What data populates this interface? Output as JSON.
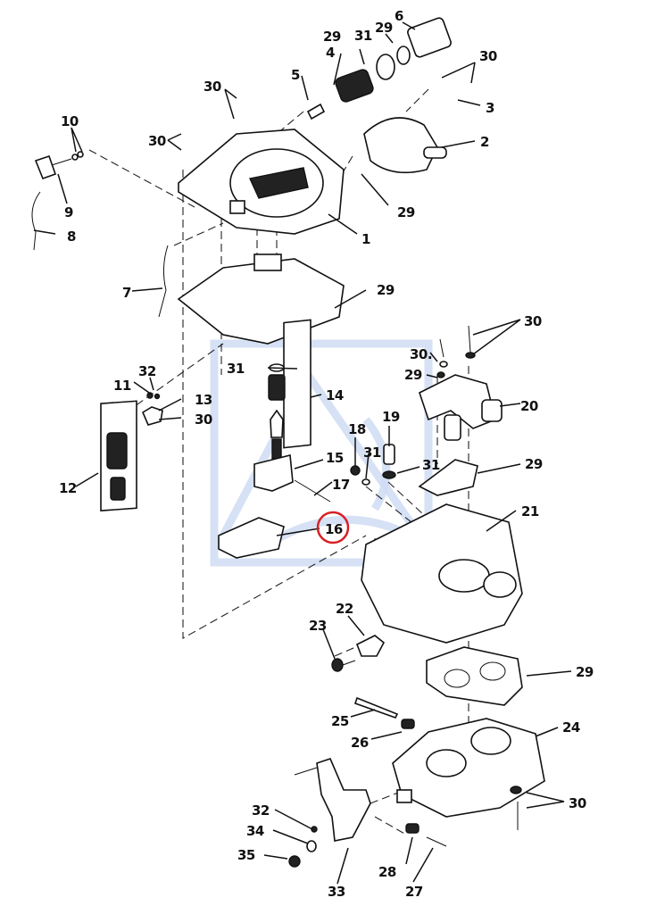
{
  "diagram": {
    "title": "Carburetor exploded view",
    "highlight": {
      "callout": "16",
      "color": "#d81f26"
    },
    "watermark_color": "#cfdcf3",
    "callouts": [
      {
        "id": "c1",
        "text": "1"
      },
      {
        "id": "c2",
        "text": "2"
      },
      {
        "id": "c3",
        "text": "3"
      },
      {
        "id": "c4",
        "text": "4"
      },
      {
        "id": "c5",
        "text": "5"
      },
      {
        "id": "c6",
        "text": "6"
      },
      {
        "id": "c7",
        "text": "7"
      },
      {
        "id": "c8",
        "text": "8"
      },
      {
        "id": "c9",
        "text": "9"
      },
      {
        "id": "c10",
        "text": "10"
      },
      {
        "id": "c11",
        "text": "11"
      },
      {
        "id": "c12",
        "text": "12"
      },
      {
        "id": "c13",
        "text": "13"
      },
      {
        "id": "c14",
        "text": "14"
      },
      {
        "id": "c15",
        "text": "15"
      },
      {
        "id": "c16",
        "text": "16"
      },
      {
        "id": "c17",
        "text": "17"
      },
      {
        "id": "c18",
        "text": "18"
      },
      {
        "id": "c19",
        "text": "19"
      },
      {
        "id": "c20",
        "text": "20"
      },
      {
        "id": "c21",
        "text": "21"
      },
      {
        "id": "c22",
        "text": "22"
      },
      {
        "id": "c23",
        "text": "23"
      },
      {
        "id": "c24",
        "text": "24"
      },
      {
        "id": "c25",
        "text": "25"
      },
      {
        "id": "c26",
        "text": "26"
      },
      {
        "id": "c27",
        "text": "27"
      },
      {
        "id": "c28",
        "text": "28"
      },
      {
        "id": "c29a",
        "text": "29"
      },
      {
        "id": "c29b",
        "text": "29"
      },
      {
        "id": "c29c",
        "text": "29"
      },
      {
        "id": "c29d",
        "text": "29"
      },
      {
        "id": "c29e",
        "text": "29"
      },
      {
        "id": "c29f",
        "text": "29"
      },
      {
        "id": "c29g",
        "text": "29"
      },
      {
        "id": "c30a",
        "text": "30"
      },
      {
        "id": "c30b",
        "text": "30"
      },
      {
        "id": "c30c",
        "text": "30"
      },
      {
        "id": "c30d",
        "text": "30."
      },
      {
        "id": "c30e",
        "text": "30"
      },
      {
        "id": "c30f",
        "text": "30"
      },
      {
        "id": "c30g",
        "text": "30"
      },
      {
        "id": "c31a",
        "text": "31"
      },
      {
        "id": "c31b",
        "text": "31"
      },
      {
        "id": "c31c",
        "text": "31"
      },
      {
        "id": "c31d",
        "text": "31"
      },
      {
        "id": "c32a",
        "text": "32"
      },
      {
        "id": "c32b",
        "text": "32"
      },
      {
        "id": "c33",
        "text": "33"
      },
      {
        "id": "c34",
        "text": "34"
      },
      {
        "id": "c35",
        "text": "35"
      }
    ]
  }
}
